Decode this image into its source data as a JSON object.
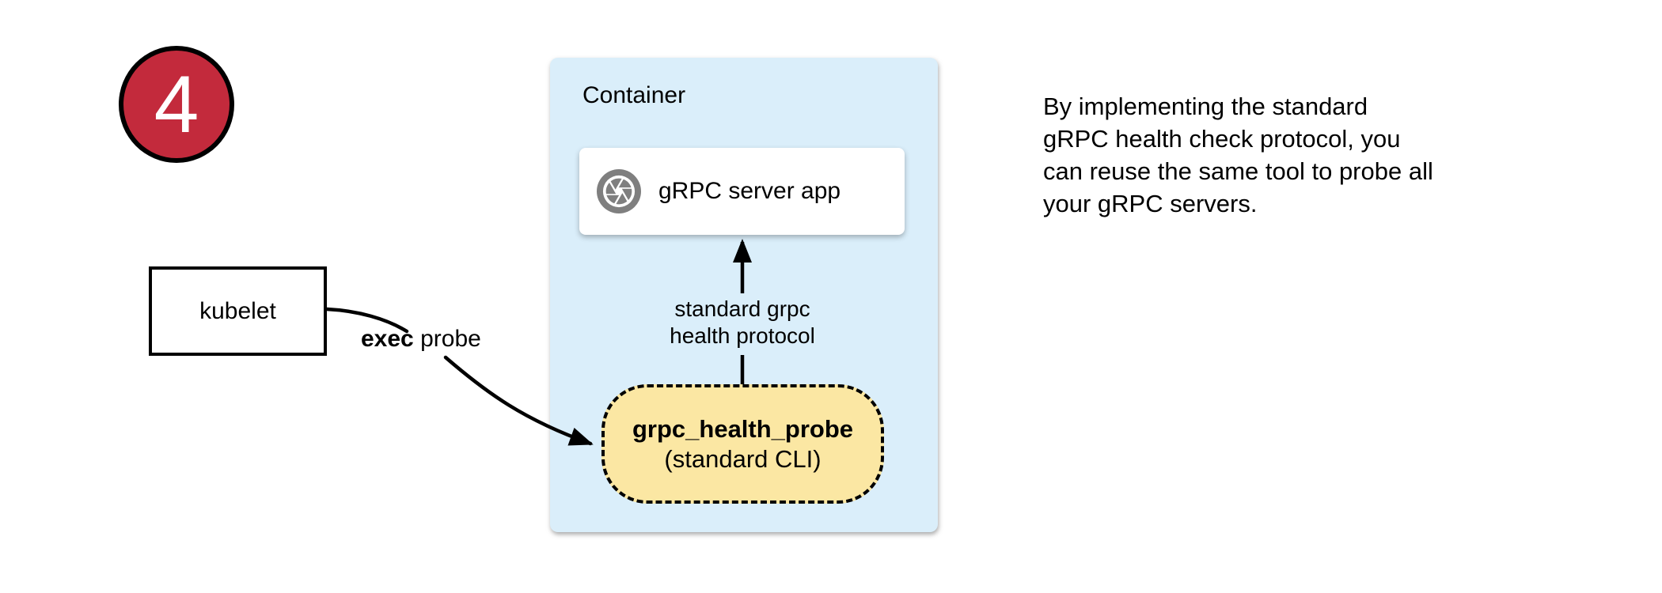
{
  "step_badge": {
    "number": "4"
  },
  "kubelet": {
    "label": "kubelet"
  },
  "exec_probe_label": {
    "bold": "exec",
    "rest": " probe"
  },
  "container": {
    "title": "Container",
    "server_box": {
      "label": "gRPC server app",
      "icon": "aperture-icon"
    },
    "protocol_arrow_label": {
      "line1": "standard grpc",
      "line2": "health protocol"
    },
    "probe_box": {
      "title": "grpc_health_probe",
      "subtitle": "(standard CLI)"
    }
  },
  "caption": {
    "lines": [
      "By implementing the standard",
      "gRPC health check protocol, you",
      "can reuse the same tool to probe all",
      "your gRPC servers."
    ]
  },
  "colors": {
    "badge_red": "#c32a3c",
    "container_blue": "#daeefa",
    "probe_yellow": "#fbe7a3",
    "icon_gray": "#7f7f7f",
    "stroke_black": "#000000"
  }
}
